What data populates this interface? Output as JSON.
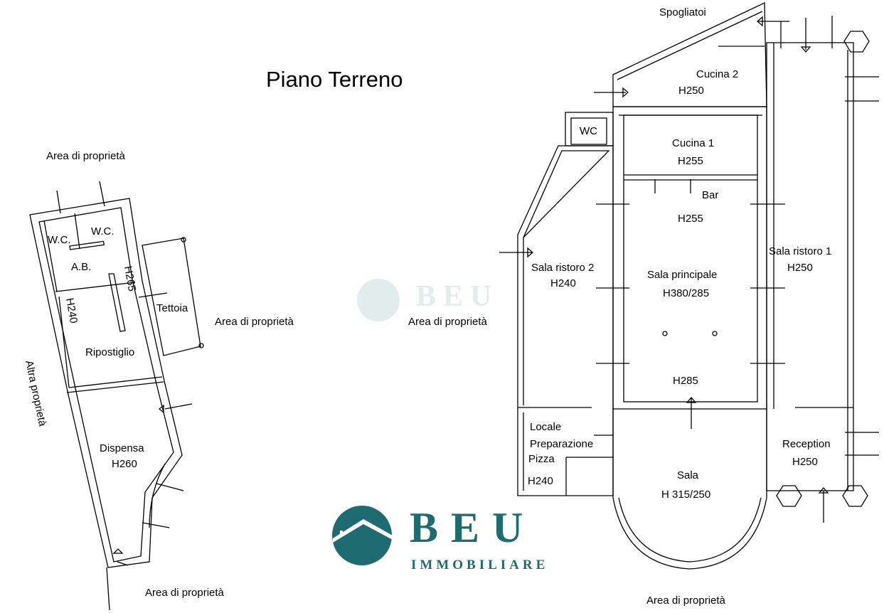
{
  "title": "Piano Terreno",
  "labels": {
    "area_top_left": "Area di proprietà",
    "area_middle_left": "Area di proprietà",
    "area_middle": "Area di proprietà",
    "area_bottom_left": "Area di proprietà",
    "area_bottom_right": "Area di proprietà",
    "altra_proprieta": "Altra proprietà"
  },
  "left_rooms": {
    "wc1": "W.C.",
    "wc2": "W.C.",
    "ab": "A.B.",
    "h265": "H265",
    "h240": "H240",
    "tettoia": "Tettoia",
    "ripostiglio": "Ripostiglio",
    "dispensa": "Dispensa",
    "dispensa_h": "H260"
  },
  "right_rooms": {
    "spogliatoi": "Spogliatoi",
    "cucina2": "Cucina 2",
    "cucina2_h": "H250",
    "wc": "WC",
    "cucina1": "Cucina 1",
    "cucina1_h": "H255",
    "bar": "Bar",
    "bar_h": "H255",
    "sala_ristoro2": "Sala ristoro 2",
    "sala_ristoro2_h": "H240",
    "sala_principale": "Sala principale",
    "sala_principale_h": "H380/285",
    "h285": "H285",
    "sala_ristoro1": "Sala ristoro 1",
    "sala_ristoro1_h": "H250",
    "locale": "Locale",
    "preparazione": "Preparazione",
    "pizza": "Pizza",
    "locale_h": "H240",
    "sala": "Sala",
    "sala_h": "H 315/250",
    "reception": "Reception",
    "reception_h": "H250"
  },
  "logo": {
    "name": "BEU",
    "subtitle": "IMMOBILIARE",
    "watermark": "BEU",
    "color": "#1e6b72"
  }
}
